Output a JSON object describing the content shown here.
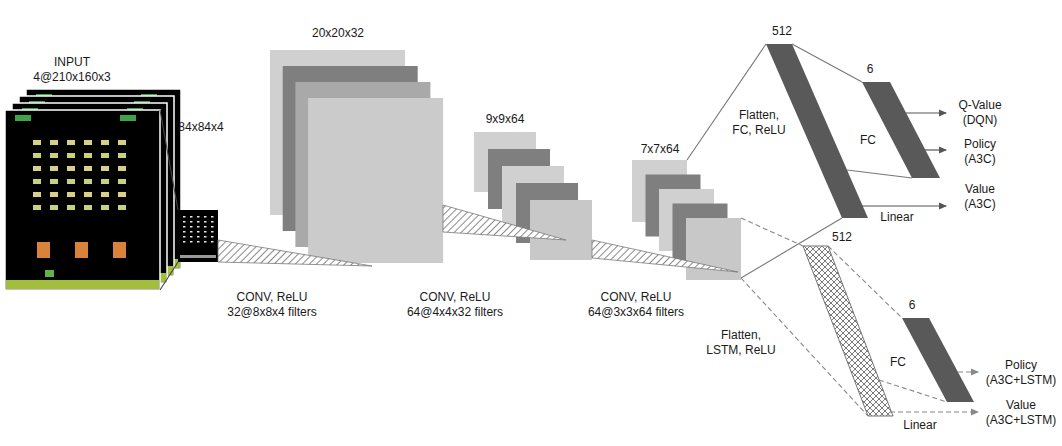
{
  "diagram": {
    "nodes": [
      {
        "text": [
          "INPUT 4@210x160x3"
        ]
      },
      {
        "text": [
          "84x84x4"
        ]
      },
      {
        "text": [
          "20x20x32"
        ]
      },
      {
        "text": [
          "9x9x64"
        ]
      },
      {
        "text": [
          "7x7x64"
        ]
      },
      {
        "text": [
          "512"
        ]
      },
      {
        "text": [
          "6"
        ]
      },
      {
        "text": [
          "512"
        ]
      },
      {
        "text": [
          "6"
        ]
      }
    ],
    "edges": [
      {
        "from": 0,
        "to": 1,
        "arrow": "none"
      },
      {
        "from": 1,
        "to": 2,
        "arrow": "none",
        "label": "CONV, ReLU 32@8x8x4 filters"
      },
      {
        "from": 2,
        "to": 3,
        "arrow": "none",
        "label": "CONV, ReLU 64@4x4x32 filters"
      },
      {
        "from": 3,
        "to": 4,
        "arrow": "none",
        "label": "CONV, ReLU 64@3x3x64 filters"
      },
      {
        "from": 4,
        "to": 5,
        "arrow": "none",
        "label": "Flatten, FC, ReLU"
      },
      {
        "from": 5,
        "to": 6,
        "arrow": "none",
        "label": "FC"
      },
      {
        "from": 4,
        "to": 7,
        "arrow": "none",
        "label": "Flatten, LSTM, ReLU"
      },
      {
        "from": 7,
        "to": 8,
        "arrow": "none",
        "label": "FC"
      }
    ],
    "labels": [
      "Q-Value (DQN)",
      "Policy (A3C)",
      "Linear",
      "Value (A3C)",
      "Policy (A3C+LSTM)",
      "Linear",
      "Value (A3C+LSTM)"
    ]
  }
}
